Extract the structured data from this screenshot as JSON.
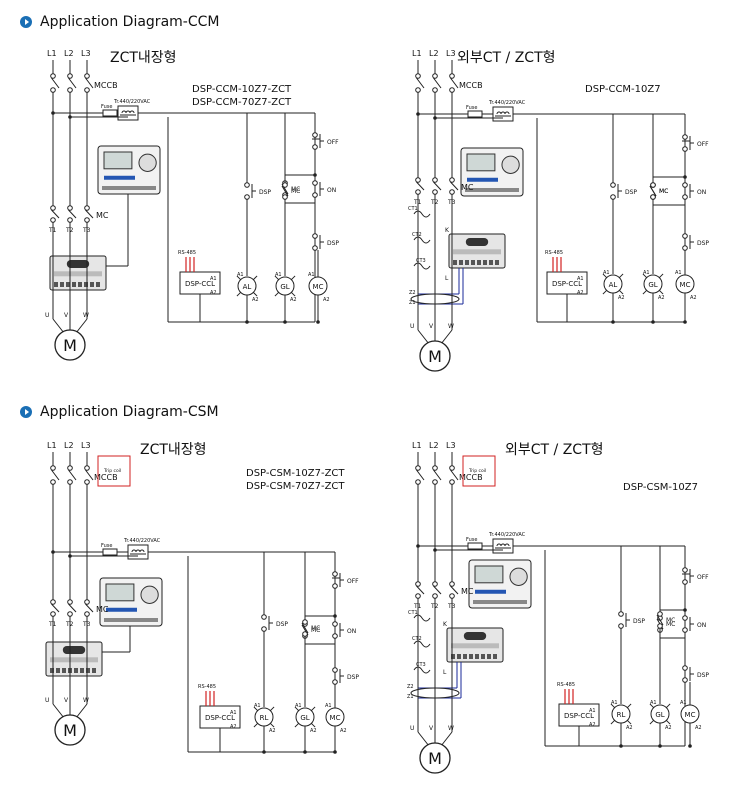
{
  "sections": [
    {
      "title": "Application Diagram-CCM"
    },
    {
      "title": "Application Diagram-CSM"
    }
  ],
  "diagrams": [
    {
      "heading": "ZCT내장형",
      "model_lines": [
        "DSP-CCM-10Z7-ZCT",
        "DSP-CCM-70Z7-ZCT"
      ],
      "phases": [
        "L1",
        "L2",
        "L3"
      ],
      "breaker": "MCCB",
      "fuse": "Fuse",
      "transformer": "Tr.440/220VAC",
      "contactor": "MC",
      "terminals": [
        "T1",
        "T2",
        "T3"
      ],
      "motor_terminals": [
        "U",
        "V",
        "W"
      ],
      "motor": "M",
      "comm": "RS-485",
      "module": "DSP-CCL",
      "module_terms": [
        "A1",
        "A2"
      ],
      "buttons": {
        "off": "OFF",
        "on": "ON",
        "dsp": "DSP",
        "mc": "MC"
      },
      "lamps": [
        "AL",
        "GL",
        "MC"
      ]
    },
    {
      "heading": "외부CT / ZCT형",
      "model_lines": [
        "DSP-CCM-10Z7"
      ],
      "phases": [
        "L1",
        "L2",
        "L3"
      ],
      "breaker": "MCCB",
      "fuse": "Fuse",
      "transformer": "Tr.440/220VAC",
      "contactor": "MC",
      "terminals": [
        "T1",
        "T2",
        "T3"
      ],
      "ct_labels": [
        "CT1",
        "CT2",
        "CT3"
      ],
      "zct_labels": [
        "K",
        "L",
        "Z2",
        "Z1"
      ],
      "motor_terminals": [
        "U",
        "V",
        "W"
      ],
      "motor": "M",
      "comm": "RS-485",
      "module": "DSP-CCL",
      "module_terms": [
        "A1",
        "A2"
      ],
      "buttons": {
        "off": "OFF",
        "on": "ON",
        "dsp": "DSP",
        "mc": "MC"
      },
      "lamps": [
        "AL",
        "GL",
        "MC"
      ]
    },
    {
      "heading": "ZCT내장형",
      "model_lines": [
        "DSP-CSM-10Z7-ZCT",
        "DSP-CSM-70Z7-ZCT"
      ],
      "phases": [
        "L1",
        "L2",
        "L3"
      ],
      "breaker": "MCCB",
      "trip": "Trip coil",
      "fuse": "Fuse",
      "transformer": "Tr.440/220VAC",
      "contactor": "MC",
      "terminals": [
        "T1",
        "T2",
        "T3"
      ],
      "motor_terminals": [
        "U",
        "V",
        "W"
      ],
      "motor": "M",
      "comm": "RS-485",
      "module": "DSP-CCL",
      "module_terms": [
        "A1",
        "A2"
      ],
      "buttons": {
        "off": "OFF",
        "on": "ON",
        "dsp": "DSP",
        "mc": "MC"
      },
      "lamps": [
        "RL",
        "GL",
        "MC"
      ]
    },
    {
      "heading": "외부CT / ZCT형",
      "model_lines": [
        "DSP-CSM-10Z7"
      ],
      "phases": [
        "L1",
        "L2",
        "L3"
      ],
      "breaker": "MCCB",
      "trip": "Trip coil",
      "fuse": "Fuse",
      "transformer": "Tr.440/220VAC",
      "contactor": "MC",
      "terminals": [
        "T1",
        "T2",
        "T3"
      ],
      "ct_labels": [
        "CT1",
        "CT2",
        "CT3"
      ],
      "zct_labels": [
        "K",
        "L",
        "Z2",
        "Z1"
      ],
      "motor_terminals": [
        "U",
        "V",
        "W"
      ],
      "motor": "M",
      "comm": "RS-485",
      "module": "DSP-CCL",
      "module_terms": [
        "A1",
        "A2"
      ],
      "buttons": {
        "off": "OFF",
        "on": "ON",
        "dsp": "DSP",
        "mc": "MC"
      },
      "lamps": [
        "RL",
        "GL",
        "MC"
      ]
    }
  ],
  "colors": {
    "accent": "#1a6fb5",
    "wire": "#222222",
    "signal": "#1a2a9a",
    "highlight": "#d22222"
  }
}
